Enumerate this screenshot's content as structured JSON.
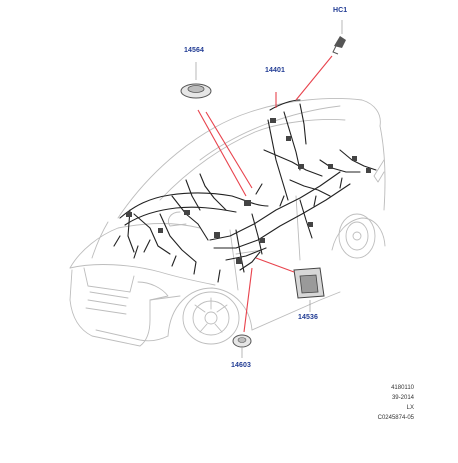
{
  "diagram": {
    "callouts": {
      "hc1": "HC1",
      "p14564": "14564",
      "p14401": "14401",
      "p14536": "14536",
      "p14603": "14603"
    },
    "footer": {
      "code": "4180110",
      "date": "39-2014",
      "model": "LX",
      "ref": "C0245874-05"
    },
    "colors": {
      "callout_text": "#1f3a93",
      "leader_line": "#e8434d",
      "outline": "#b9b9b9",
      "harness": "#222222"
    }
  }
}
